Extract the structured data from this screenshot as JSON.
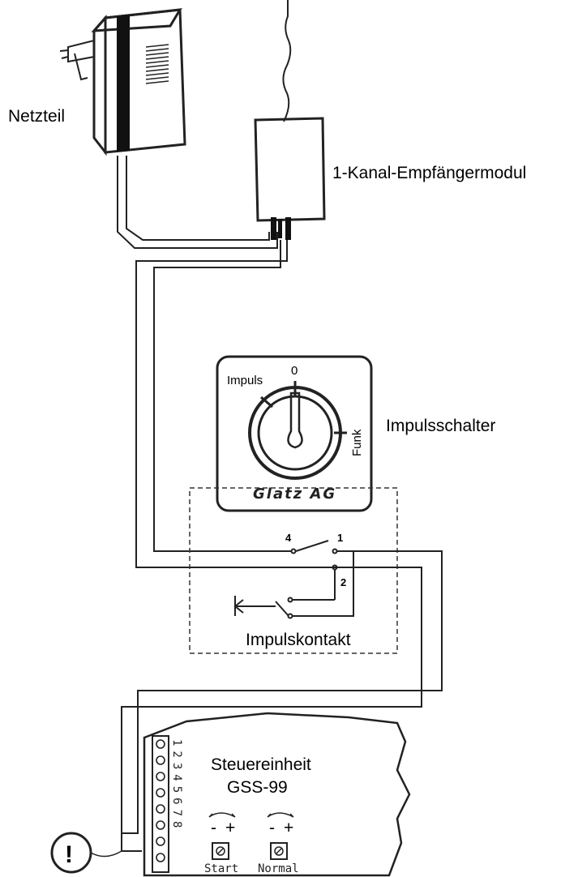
{
  "labels": {
    "netzteil": "Netzteil",
    "empfaenger": "1-Kanal-Empfängermodul",
    "impulsschalter": "Impulsschalter",
    "impulskontakt": "Impulskontakt",
    "steuereinheit_line1": "Steuereinheit",
    "steuereinheit_line2": "GSS-99"
  },
  "switch_dial": {
    "brand": "Glatz AG",
    "pos_impuls": "Impuls",
    "pos_zero": "0",
    "pos_funk": "Funk"
  },
  "contacts": {
    "c4": "4",
    "c1": "1",
    "c2": "2"
  },
  "terminals": {
    "numbers": "12345678"
  },
  "pots": {
    "start": "Start",
    "normal": "Normal",
    "minus": "-",
    "plus": "+"
  },
  "warning": {
    "symbol": "!"
  }
}
